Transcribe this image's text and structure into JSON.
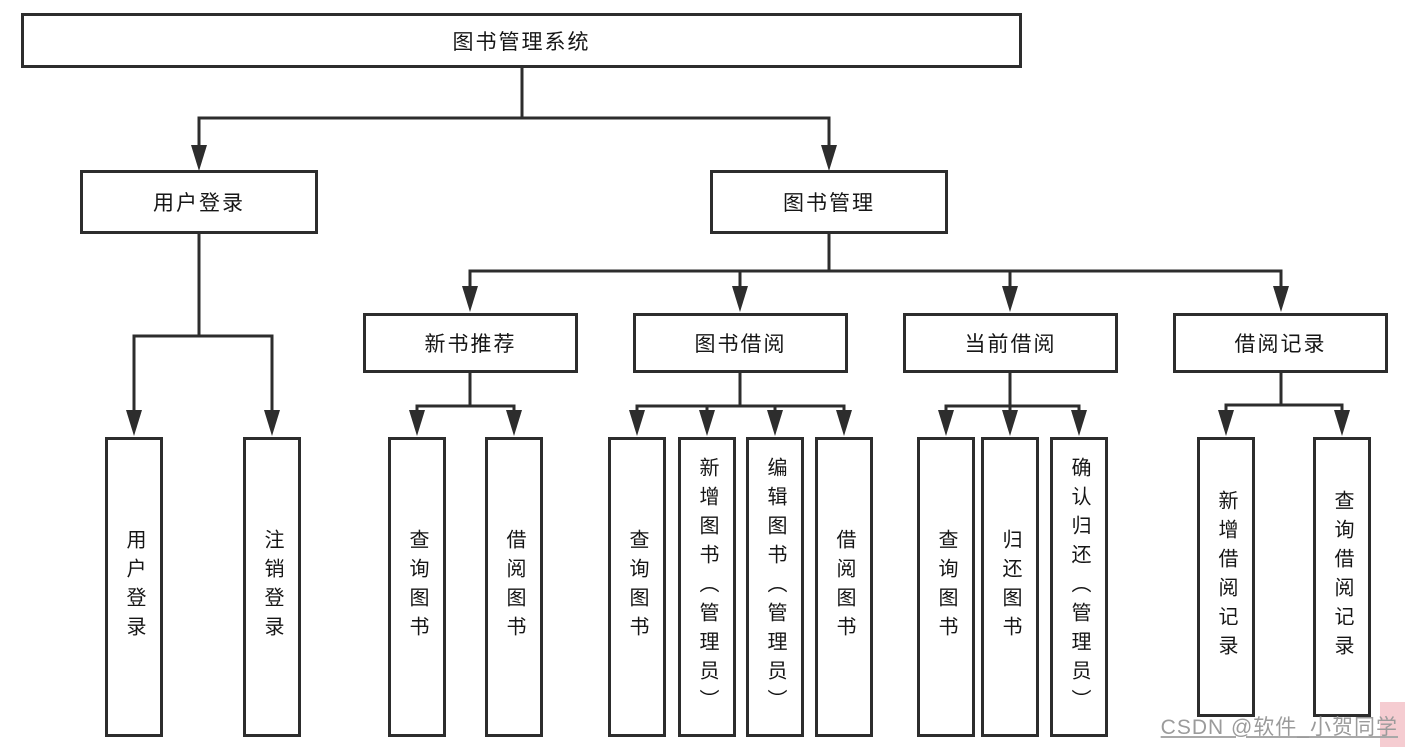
{
  "nodes": {
    "root": "图书管理系统",
    "user_login": "用户登录",
    "book_mgmt": "图书管理",
    "new_book_rec": "新书推荐",
    "book_borrow": "图书借阅",
    "current_borrow": "当前借阅",
    "borrow_records": "借阅记录",
    "leaf_user_login": "用户登录",
    "leaf_logout": "注销登录",
    "leaf_rec_query_books": "查询图书",
    "leaf_rec_borrow_books": "借阅图书",
    "leaf_bb_query_books": "查询图书",
    "leaf_bb_add_books": "新增图书（管理员）",
    "leaf_bb_edit_books": "编辑图书（管理员）",
    "leaf_bb_borrow_books": "借阅图书",
    "leaf_cb_query_books": "查询图书",
    "leaf_cb_return_books": "归还图书",
    "leaf_cb_confirm_return": "确认归还（管理员）",
    "leaf_br_add_record": "新增借阅记录",
    "leaf_br_query_record": "查询借阅记录"
  },
  "watermark": {
    "text": "CSDN @软件_小贺同学"
  },
  "colors": {
    "line": "#2d2d2d",
    "box_border": "#2d2d2d",
    "watermark_text": "#9b9b9b",
    "watermark_pink": "#f5ccd1"
  }
}
